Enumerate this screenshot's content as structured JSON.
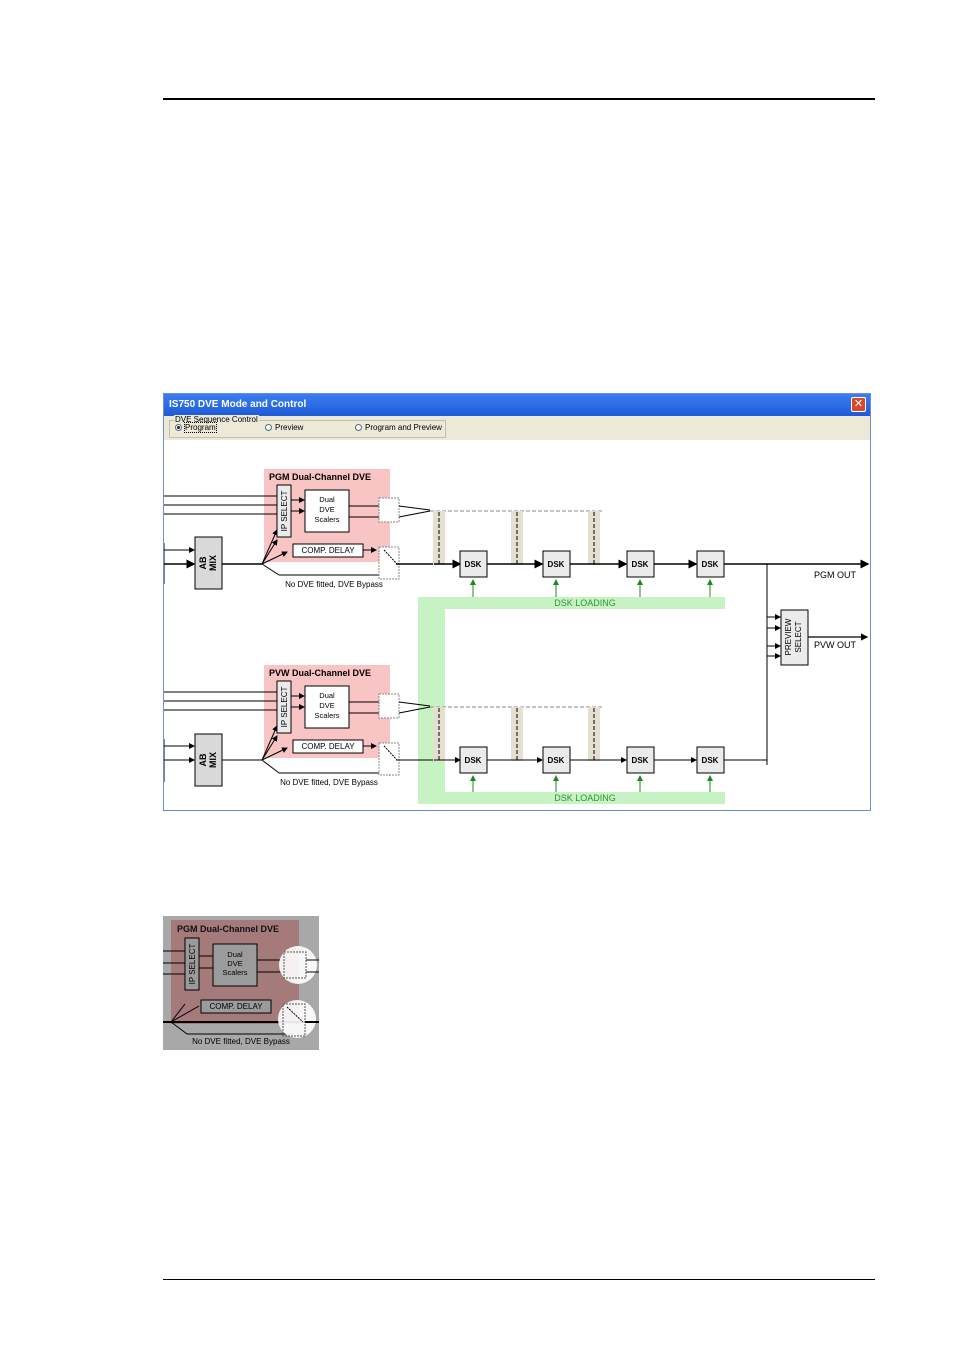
{
  "window": {
    "title": "IS750 DVE Mode and Control",
    "close_icon": "close-icon",
    "sequence_control": {
      "legend": "DVE Sequence Control",
      "options": [
        {
          "label": "Program",
          "selected": true
        },
        {
          "label": "Preview",
          "selected": false
        },
        {
          "label": "Program and Preview",
          "selected": false
        }
      ]
    }
  },
  "diagram": {
    "pgm_title": "PGM  Dual-Channel DVE",
    "pvw_title": "PVW  Dual-Channel DVE",
    "ip_select": "IP SELECT",
    "dve_line1": "Dual",
    "dve_line2": "DVE",
    "dve_line3": "Scalers",
    "comp_delay": "COMP. DELAY",
    "bypass": "No DVE fitted, DVE Bypass",
    "ab_line1": "AB",
    "ab_line2": "MIX",
    "dsk": "DSK",
    "dsk_loading": "DSK LOADING",
    "preview_line1": "PREVIEW",
    "preview_line2": "SELECT",
    "pgm_out": "PGM OUT",
    "pvw_out": "PVW OUT"
  },
  "colors": {
    "dve_region": "#f8c4c4",
    "dsk_loading": "#c6f2c4",
    "dsk_loading_text": "#2d9a2d",
    "title_bar": "#2a66e0"
  }
}
